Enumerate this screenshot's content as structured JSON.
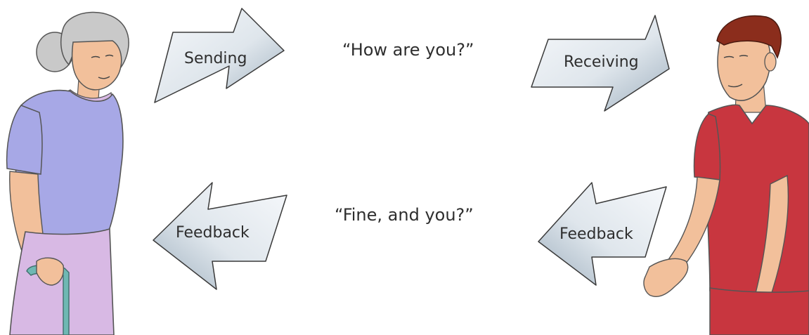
{
  "arrows": {
    "sending": "Sending",
    "receiving": "Receiving",
    "feedback_left": "Feedback",
    "feedback_right": "Feedback"
  },
  "messages": {
    "question": "“How are you?”",
    "reply": "“Fine, and you?”"
  },
  "colors": {
    "arrow_light": "#f4f7fa",
    "arrow_dark": "#a9b8c6",
    "arrow_stroke": "#3a3a3a",
    "woman_shirt": "#a7a8e6",
    "woman_skirt": "#d8b9e4",
    "woman_hair": "#c9c9c9",
    "man_shirt": "#c8363f",
    "man_hair": "#8b2d1c",
    "skin": "#f2c09b"
  }
}
